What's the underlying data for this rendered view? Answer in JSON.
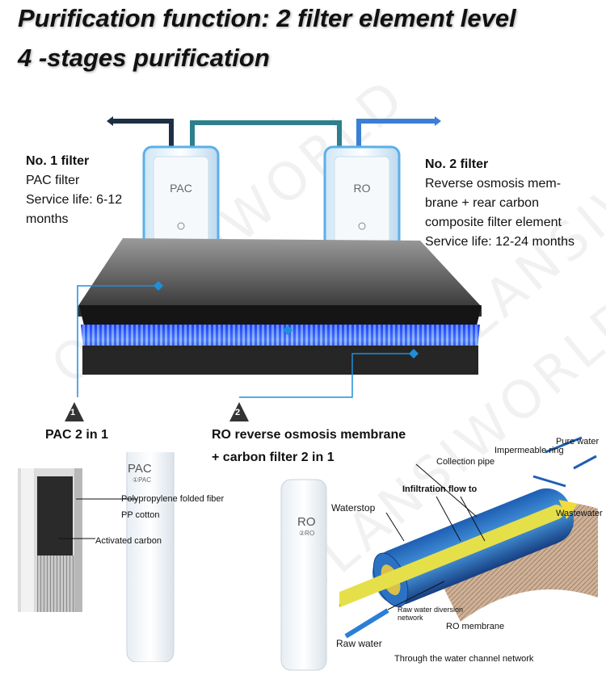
{
  "title": {
    "line1": "Purification function: 2 filter element level",
    "line2": "4 -stages purification"
  },
  "filter1": {
    "heading": "No. 1 filter",
    "line1": "PAC filter",
    "line2": "Service life: 6-12",
    "line3": "months",
    "cartridge_label": "PAC",
    "cartridge_number": "1"
  },
  "filter2": {
    "heading": "No. 2 filter",
    "line1": "Reverse osmosis mem-",
    "line2": "brane + rear carbon",
    "line3": "composite filter element",
    "line4": "Service life: 12-24 months",
    "cartridge_label": "RO",
    "cartridge_number": "2"
  },
  "markers": {
    "m1": "1",
    "m2": "2"
  },
  "pac_section": {
    "title": "PAC 2 in 1",
    "cartridge_label": "PAC",
    "cartridge_sub": "①PAC",
    "callout1_line1": "Polypropylene folded fiber",
    "callout1_line2": "PP cotton",
    "callout2": "Activated carbon"
  },
  "ro_section": {
    "title_line1": "RO reverse osmosis membrane",
    "title_line2": "+ carbon filter 2 in 1",
    "cartridge_label": "RO",
    "cartridge_sub": "②RO"
  },
  "membrane_diagram": {
    "pure_water": "Pure water",
    "impermeable_ring": "Impermeable ring",
    "collection_pipe": "Collection pipe",
    "infiltration": "Infiltration flow to",
    "wastewater": "Wastewater",
    "waterstop": "Waterstop",
    "raw_water_diversion_1": "Raw water diversion",
    "raw_water_diversion_2": "network",
    "ro_membrane": "RO membrane",
    "raw_water": "Raw water",
    "channel_network": "Through the water channel network"
  },
  "watermark": "OLANSIWORLD",
  "colors": {
    "accent": "#1e8fd8",
    "pipe_dark": "#1d2f45",
    "pipe_teal": "#2e7f8c",
    "pipe_blue": "#3a7fd4"
  }
}
